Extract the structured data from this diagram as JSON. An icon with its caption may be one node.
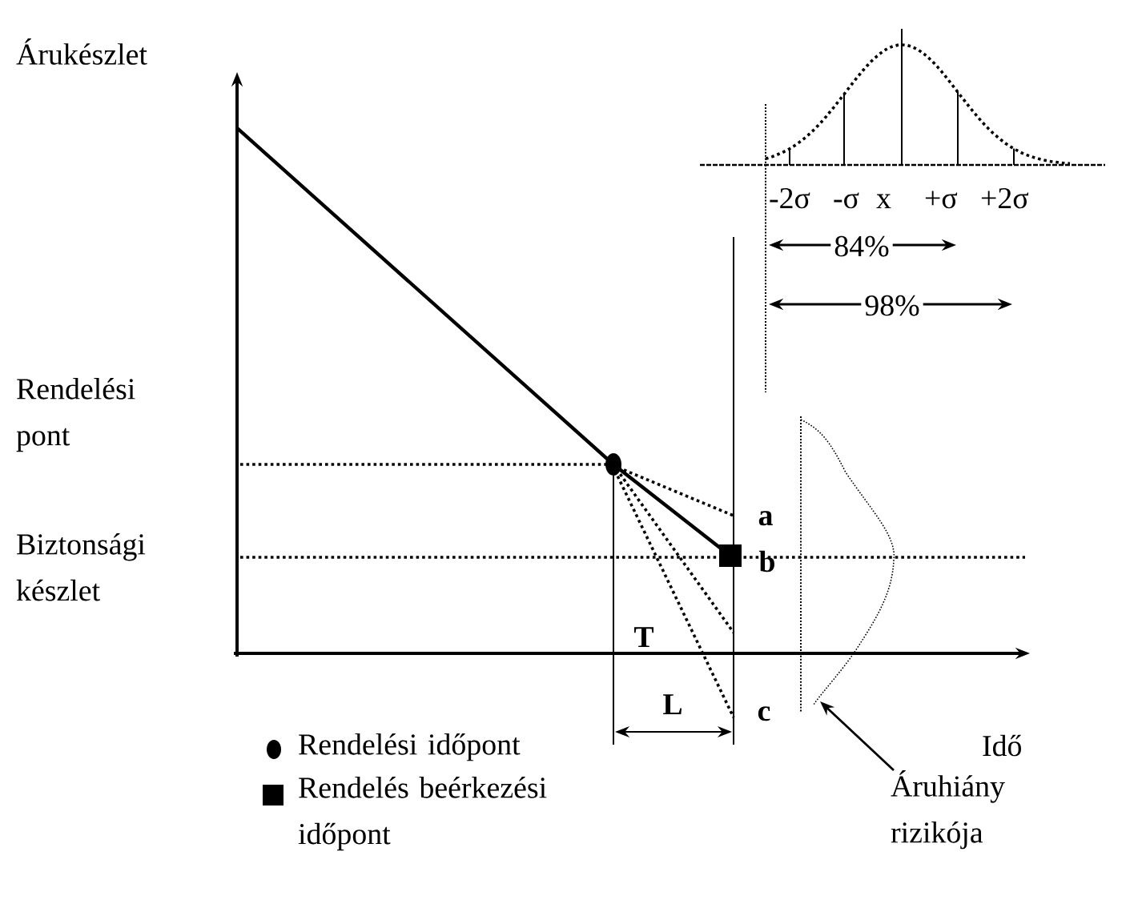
{
  "diagram": {
    "nodes": [
      {
        "text": [
          "Áruhiány rizikója"
        ]
      },
      {
        "text": [],
        "shape": "curve"
      }
    ],
    "edges": [
      {
        "from": 0,
        "to": 1,
        "arrow": "to"
      }
    ],
    "labels": [
      "Árukészlet",
      "Rendelési pont",
      "Biztonsági készlet",
      "-2σ",
      "-σ",
      "x",
      "+σ",
      "+2σ",
      "84%",
      "98%",
      "T",
      "a",
      "b",
      "c",
      "L",
      "Idő"
    ],
    "legend": [
      {
        "text": "Rendelési időpont"
      },
      {
        "text": "Rendelés beérkezési időpont"
      }
    ]
  }
}
